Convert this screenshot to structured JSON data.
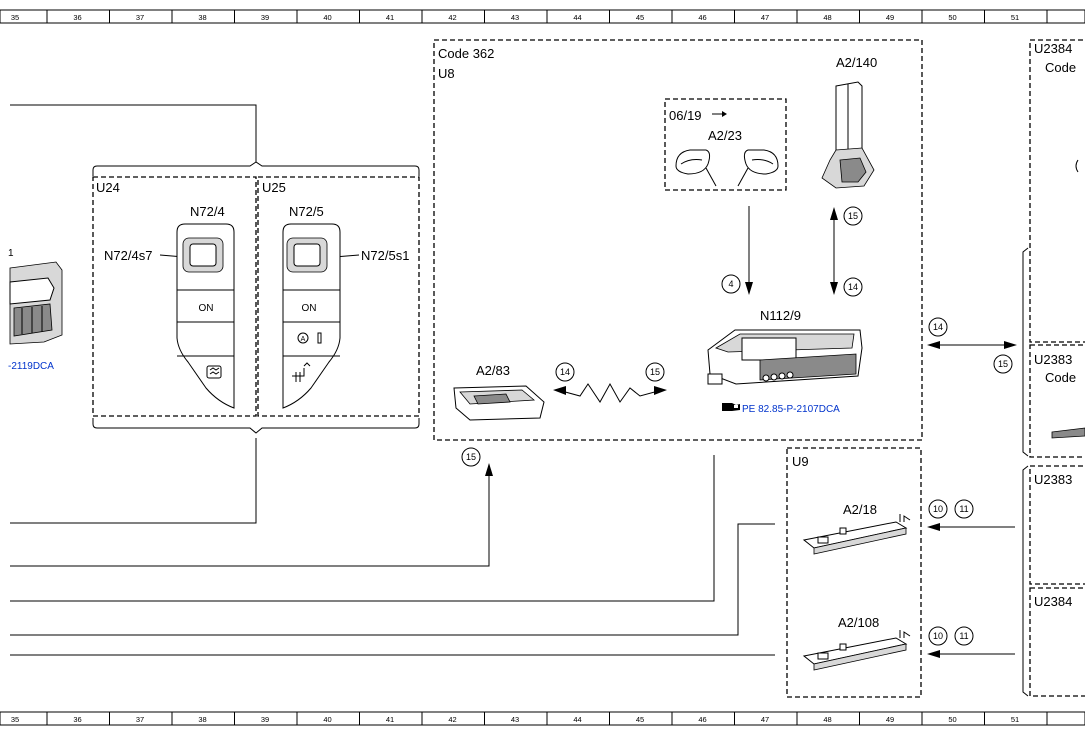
{
  "ruler": {
    "ticks": [
      "35",
      "36",
      "37",
      "38",
      "39",
      "40",
      "41",
      "42",
      "43",
      "44",
      "45",
      "46",
      "47",
      "48",
      "49",
      "50",
      "51"
    ]
  },
  "groups": {
    "code362": "Code 362",
    "u8": "U8",
    "u24": "U24",
    "u25": "U25",
    "u9": "U9",
    "u2384_top": "U2384",
    "code_top": "Code",
    "u2383_mid": "U2383",
    "code_mid": "Code",
    "u2383_low": "U2383",
    "u2384_low": "U2384",
    "since_date": "06/19"
  },
  "components": {
    "n72_4": "N72/4",
    "n72_4s7": "N72/4s7",
    "n72_5": "N72/5",
    "n72_5s1": "N72/5s1",
    "on_left": "ON",
    "on_right": "ON",
    "a2_140": "A2/140",
    "a2_23": "A2/23",
    "a2_83": "A2/83",
    "n112_9": "N112/9",
    "a2_18": "A2/18",
    "a2_108": "A2/108",
    "edge_fragment": "1"
  },
  "references": {
    "left_ref": "-2119DCA",
    "n112_ref": "PE 82.85-P-2107DCA"
  },
  "connections": {
    "c4": "4",
    "c15_a2_140": "15",
    "c14_a2_140": "14",
    "c14_a2_83": "14",
    "c15_a2_83": "15",
    "c15_bottom": "15",
    "c14_right": "14",
    "c15_right": "15",
    "c10_a2_18": "10",
    "c11_a2_18": "11",
    "c10_a2_108": "10",
    "c11_a2_108": "11"
  },
  "icons": {
    "reference_hand": "pointing-hand-icon",
    "flash_arrow": "zigzag-wireless-icon"
  }
}
